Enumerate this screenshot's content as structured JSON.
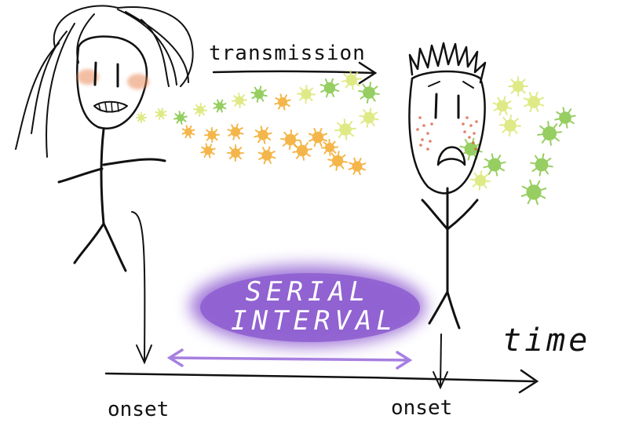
{
  "labels": {
    "transmission": "transmission",
    "time": "time",
    "onset_left": "onset",
    "onset_right": "onset",
    "serial_line1": "SERIAL",
    "serial_line2": "INTERVAL"
  },
  "colors": {
    "ink": "#111111",
    "serial_blob": "#9b6fd6",
    "serial_arrow": "#a77fe0",
    "virus_green": "#7cc23a",
    "virus_orange": "#f2a51e",
    "virus_yellow": "#d8e66a",
    "rash": "#d9603f"
  }
}
